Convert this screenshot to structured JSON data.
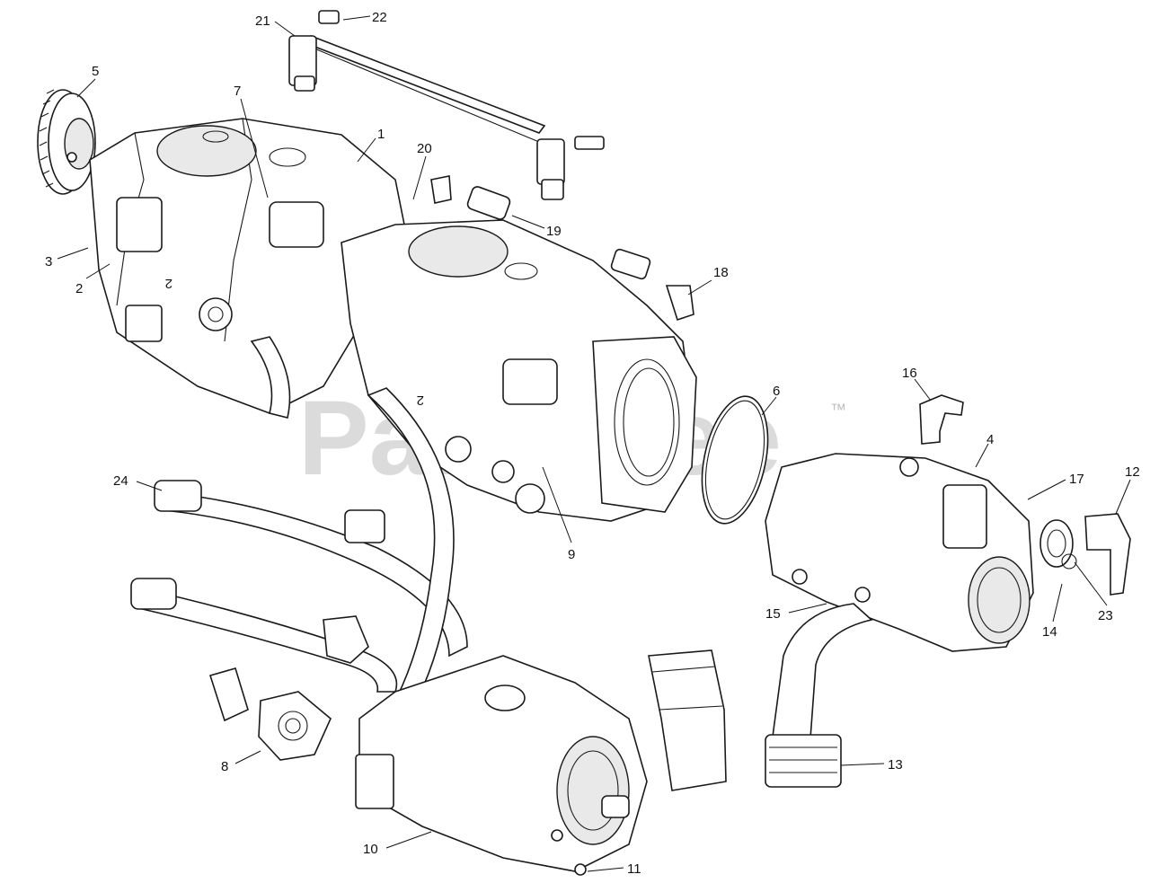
{
  "watermark": {
    "brand": "PartsTree",
    "trademark": "™"
  },
  "callouts": [
    {
      "id": "c1",
      "label": "1"
    },
    {
      "id": "c2",
      "label": "2"
    },
    {
      "id": "c3",
      "label": "3"
    },
    {
      "id": "c4",
      "label": "4"
    },
    {
      "id": "c5",
      "label": "5"
    },
    {
      "id": "c6",
      "label": "6"
    },
    {
      "id": "c7",
      "label": "7"
    },
    {
      "id": "c8",
      "label": "8"
    },
    {
      "id": "c9",
      "label": "9"
    },
    {
      "id": "c10",
      "label": "10"
    },
    {
      "id": "c11",
      "label": "11"
    },
    {
      "id": "c12",
      "label": "12"
    },
    {
      "id": "c13",
      "label": "13"
    },
    {
      "id": "c14",
      "label": "14"
    },
    {
      "id": "c15",
      "label": "15"
    },
    {
      "id": "c16",
      "label": "16"
    },
    {
      "id": "c17",
      "label": "17"
    },
    {
      "id": "c18",
      "label": "18"
    },
    {
      "id": "c19",
      "label": "19"
    },
    {
      "id": "c20",
      "label": "20"
    },
    {
      "id": "c21",
      "label": "21"
    },
    {
      "id": "c22",
      "label": "22"
    },
    {
      "id": "c23",
      "label": "23"
    },
    {
      "id": "c24",
      "label": "24"
    }
  ],
  "pump_markings": [
    "2",
    "2"
  ]
}
